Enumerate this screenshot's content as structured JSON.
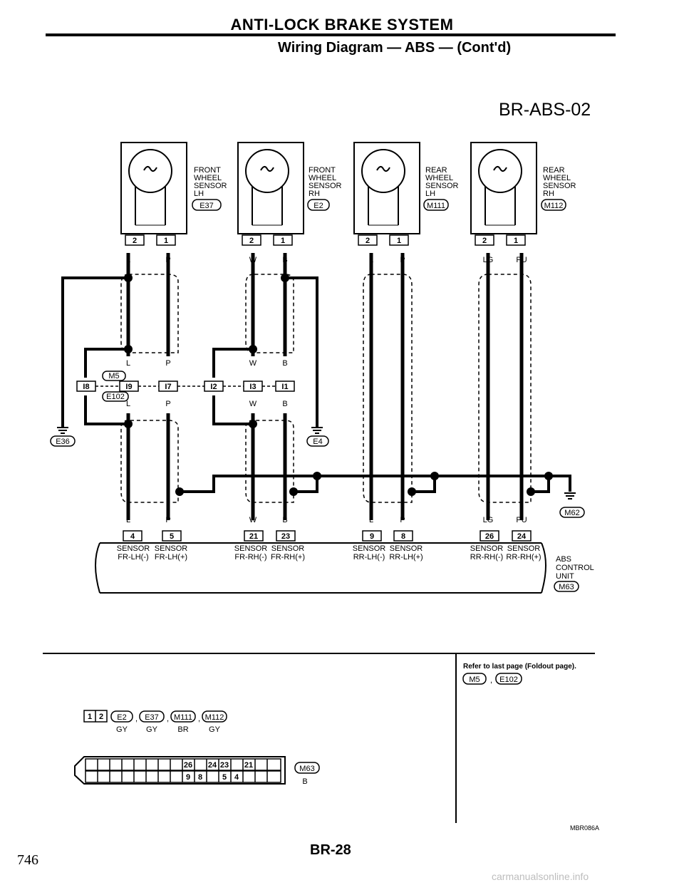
{
  "header": {
    "title": "ANTI-LOCK BRAKE SYSTEM",
    "subtitle": "Wiring Diagram — ABS — (Cont'd)",
    "diagram_id": "BR-ABS-02"
  },
  "sensors": [
    {
      "line1": "FRONT",
      "line2": "WHEEL",
      "line3": "SENSOR",
      "line4": "LH",
      "connector": "E37",
      "pin_a": "2",
      "pin_b": "1",
      "color_a": "L",
      "color_b": "P"
    },
    {
      "line1": "FRONT",
      "line2": "WHEEL",
      "line3": "SENSOR",
      "line4": "RH",
      "connector": "E2",
      "pin_a": "2",
      "pin_b": "1",
      "color_a": "W",
      "color_b": "B"
    },
    {
      "line1": "REAR",
      "line2": "WHEEL",
      "line3": "SENSOR",
      "line4": "LH",
      "connector": "M111",
      "pin_a": "2",
      "pin_b": "1",
      "color_a": "L",
      "color_b": "P"
    },
    {
      "line1": "REAR",
      "line2": "WHEEL",
      "line3": "SENSOR",
      "line4": "RH",
      "connector": "M112",
      "pin_a": "2",
      "pin_b": "1",
      "color_a": "LG",
      "color_b": "PU"
    }
  ],
  "junction": {
    "pins": [
      "I8",
      "I9",
      "I7",
      "I2",
      "I3",
      "I1"
    ],
    "connector_top": "M5",
    "connector_bottom": "E102",
    "colors_left": [
      "L",
      "P",
      "L",
      "P"
    ],
    "colors_right": [
      "W",
      "B",
      "W",
      "B"
    ]
  },
  "grounds": [
    "E36",
    "E4",
    "M62"
  ],
  "abs_unit": {
    "pins": [
      "4",
      "5",
      "21",
      "23",
      "9",
      "8",
      "26",
      "24"
    ],
    "colors": [
      "L",
      "P",
      "W",
      "B",
      "L",
      "P",
      "LG",
      "PU"
    ],
    "labels_top": [
      "SENSOR",
      "SENSOR",
      "SENSOR",
      "SENSOR",
      "SENSOR",
      "SENSOR",
      "SENSOR",
      "SENSOR"
    ],
    "labels_bottom": [
      "FR-LH(-)",
      "FR-LH(+)",
      "FR-RH(-)",
      "FR-RH(+)",
      "RR-LH(-)",
      "RR-LH(+)",
      "RR-RH(-)",
      "RR-RH(+)"
    ],
    "name_line1": "ABS",
    "name_line2": "CONTROL",
    "name_line3": "UNIT",
    "connector": "M63"
  },
  "legend": {
    "pin_pair": [
      "1",
      "2"
    ],
    "connectors": [
      "E2",
      "E37",
      "M111",
      "M112"
    ],
    "colors": [
      "GY",
      "GY",
      "BR",
      "GY"
    ],
    "separator": ",",
    "abs_top_pins": [
      "26",
      "24",
      "23",
      "21"
    ],
    "abs_bottom_pins": [
      "9",
      "8",
      "5",
      "4"
    ],
    "abs_connector": "M63",
    "abs_color": "B"
  },
  "refer": {
    "text": "Refer to last page (Foldout page).",
    "connectors": [
      "M5",
      "E102"
    ],
    "separator": ","
  },
  "footer": {
    "code": "MBR086A",
    "page": "BR-28",
    "side_number": "746",
    "watermark": "carmanualsonline.info"
  }
}
